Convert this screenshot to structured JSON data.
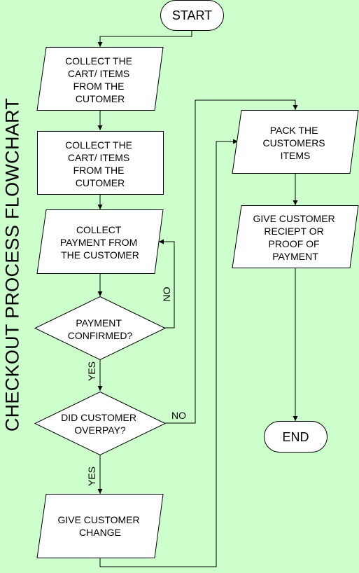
{
  "title": "CHECKOUT PROCESS FLOWCHART",
  "nodes": {
    "start": "START",
    "collect_items_1": [
      "COLLECT THE",
      "CART/ ITEMS",
      "FROM THE",
      "CUTOMER"
    ],
    "collect_items_2": [
      "COLLECT THE",
      "CART/ ITEMS",
      "FROM THE",
      "CUTOMER"
    ],
    "collect_payment": [
      "COLLECT",
      "PAYMENT FROM",
      "THE CUSTOMER"
    ],
    "payment_confirmed": [
      "PAYMENT",
      "CONFIRMED?"
    ],
    "did_overpay": [
      "DID CUSTOMER",
      "OVERPAY?"
    ],
    "give_change": [
      "GIVE CUSTOMER",
      "CHANGE"
    ],
    "pack_items": [
      "PACK THE",
      "CUSTOMERS",
      "ITEMS"
    ],
    "give_receipt": [
      "GIVE CUSTOMER",
      "RECIEPT OR",
      "PROOF OF",
      "PAYMENT"
    ],
    "end": "END"
  },
  "edge_labels": {
    "payment_no": "NO",
    "payment_yes": "YES",
    "overpay_no": "NO",
    "overpay_yes": "YES"
  },
  "colors": {
    "background": "#ccffcc",
    "shape_fill": "#ffffff",
    "stroke": "#000000"
  }
}
